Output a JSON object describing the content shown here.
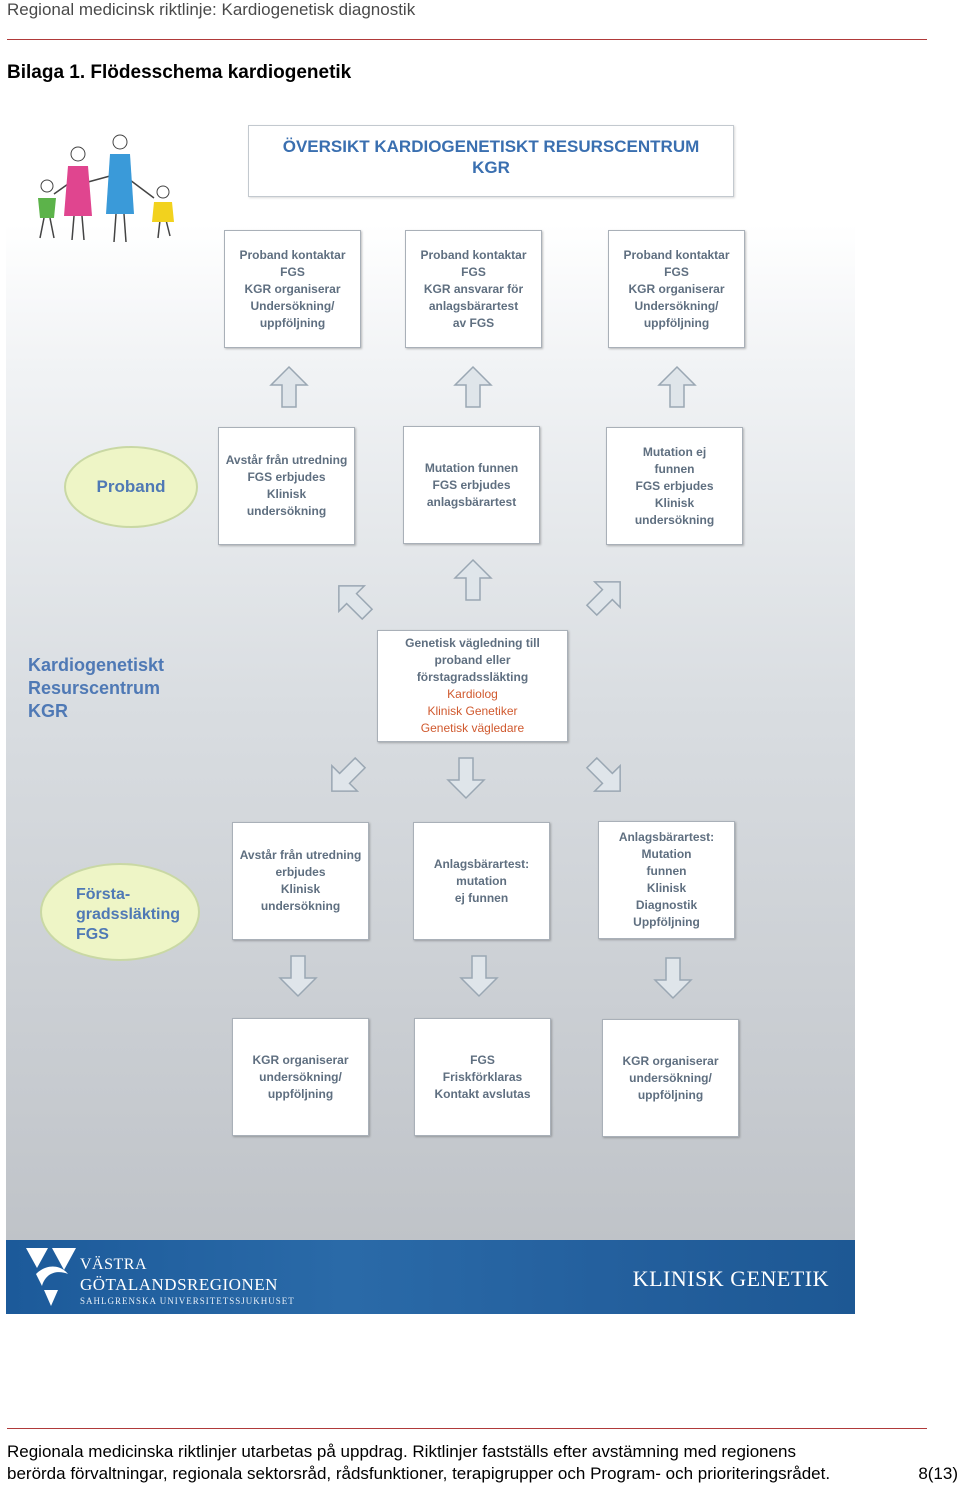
{
  "header": {
    "running_title": "Regional medicinsk riktlinje: Kardiogenetisk diagnostik"
  },
  "section": {
    "title": "Bilaga 1. Flödesschema kardiogenetik"
  },
  "figure": {
    "title_line1": "ÖVERSIKT KARDIOGENETISKT RESURSCENTRUM",
    "title_line2": "KGR",
    "oval_proband": "Proband",
    "oval_relative": "Första-\ngradssläkting\nFGS",
    "side_label": "Kardiogenetiskt\nResurscentrum\nKGR",
    "row1": [
      "Proband kontaktar\nFGS\nKGR organiserar\nUndersökning/\nuppföljning",
      "Proband kontaktar\nFGS\nKGR ansvarar för\nanlagsbärartest\nav FGS",
      "Proband kontaktar\nFGS\nKGR organiserar\nUndersökning/\nuppföljning"
    ],
    "row2": [
      "Avstår från utredning\nFGS erbjudes\nKlinisk\nundersökning",
      "Mutation funnen\nFGS erbjudes\nanlagsbärartest",
      "Mutation ej\nfunnen\nFGS erbjudes\nKlinisk\nundersökning"
    ],
    "center": {
      "line1": "Genetisk vägledning till",
      "line2": "proband eller",
      "line3": "förstagradssläkting",
      "red1": "Kardiolog",
      "red2": "Klinisk Genetiker",
      "red3": "Genetisk vägledare"
    },
    "row3": [
      "Avstår från utredning\nerbjudes\nKlinisk\nundersökning",
      "Anlagsbärartest:\nmutation\nej funnen",
      "Anlagsbärartest:\nMutation\nfunnen\nKlinisk\nDiagnostik\nUppföljning"
    ],
    "row4": [
      "KGR organiserar\nundersökning/\nuppföljning",
      "FGS\nFriskförklaras\nKontakt avslutas",
      "KGR organiserar\nundersökning/\nuppföljning"
    ],
    "banner": {
      "org_line1": "VÄSTRA",
      "org_line2": "GÖTALANDSREGIONEN",
      "org_line3": "SAHLGRENSKA UNIVERSITETSSJUKHUSET",
      "right": "KLINISK GENETIK"
    },
    "colors": {
      "box_text": "#5f6f80",
      "accent_blue": "#4f79b5",
      "red_text": "#d0592e",
      "oval_fill": "#eef5c6",
      "banner": "#1c5a9a"
    }
  },
  "footer": {
    "line1": "Regionala medicinska riktlinjer utarbetas på uppdrag. Riktlinjer fastställs efter avstämning med regionens",
    "line2": "berörda förvaltningar, regionala sektorsråd, rådsfunktioner, terapigrupper och Program- och prioriteringsrådet.",
    "page": "8(13)"
  }
}
